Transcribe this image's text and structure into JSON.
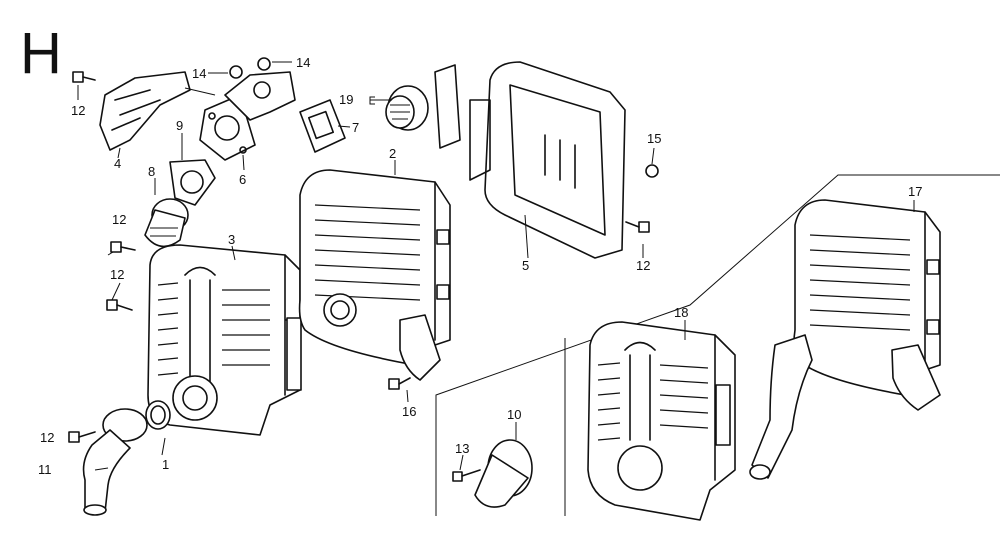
{
  "section_letter": "H",
  "callouts": [
    {
      "id": "c1",
      "text": "1"
    },
    {
      "id": "c2",
      "text": "2"
    },
    {
      "id": "c3",
      "text": "3"
    },
    {
      "id": "c4",
      "text": "4"
    },
    {
      "id": "c5",
      "text": "5"
    },
    {
      "id": "c6",
      "text": "6"
    },
    {
      "id": "c7",
      "text": "7"
    },
    {
      "id": "c8",
      "text": "8"
    },
    {
      "id": "c9",
      "text": "9"
    },
    {
      "id": "c10",
      "text": "10"
    },
    {
      "id": "c11",
      "text": "11"
    },
    {
      "id": "c12a",
      "text": "12"
    },
    {
      "id": "c12b",
      "text": "12"
    },
    {
      "id": "c12c",
      "text": "12"
    },
    {
      "id": "c12d",
      "text": "12"
    },
    {
      "id": "c12e",
      "text": "12"
    },
    {
      "id": "c13",
      "text": "13"
    },
    {
      "id": "c14a",
      "text": "14"
    },
    {
      "id": "c14b",
      "text": "14"
    },
    {
      "id": "c15",
      "text": "15"
    },
    {
      "id": "c16",
      "text": "16"
    },
    {
      "id": "c17",
      "text": "17"
    },
    {
      "id": "c18",
      "text": "18"
    },
    {
      "id": "c19",
      "text": "19"
    }
  ]
}
